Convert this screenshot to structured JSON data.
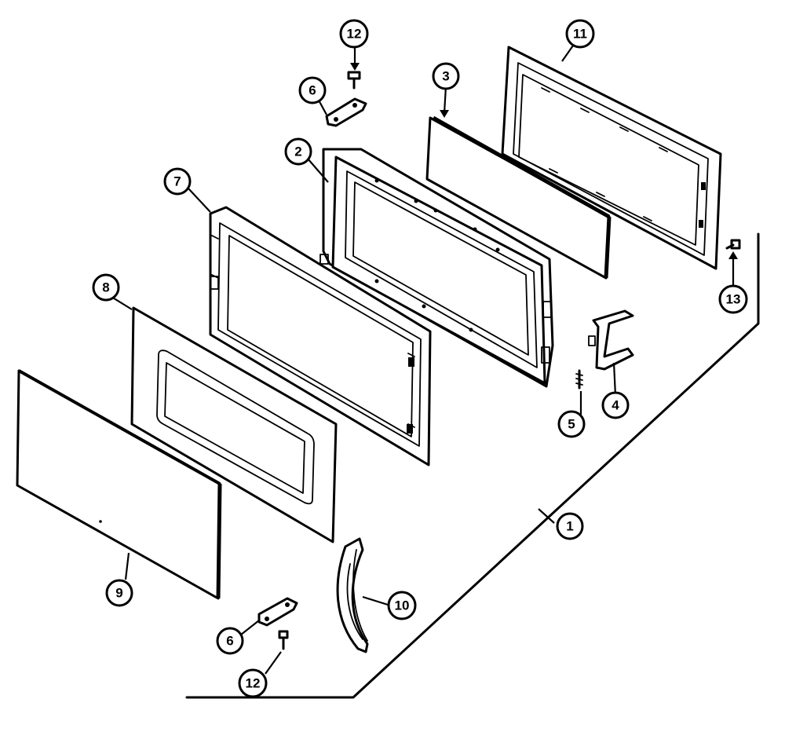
{
  "callouts": [
    {
      "id": "c1",
      "label": "1"
    },
    {
      "id": "c2",
      "label": "2"
    },
    {
      "id": "c3",
      "label": "3"
    },
    {
      "id": "c4",
      "label": "4"
    },
    {
      "id": "c5",
      "label": "5"
    },
    {
      "id": "c6a",
      "label": "6"
    },
    {
      "id": "c6b",
      "label": "6"
    },
    {
      "id": "c7",
      "label": "7"
    },
    {
      "id": "c8",
      "label": "8"
    },
    {
      "id": "c9",
      "label": "9"
    },
    {
      "id": "c10",
      "label": "10"
    },
    {
      "id": "c11",
      "label": "11"
    },
    {
      "id": "c12a",
      "label": "12"
    },
    {
      "id": "c12b",
      "label": "12"
    },
    {
      "id": "c13",
      "label": "13"
    }
  ]
}
